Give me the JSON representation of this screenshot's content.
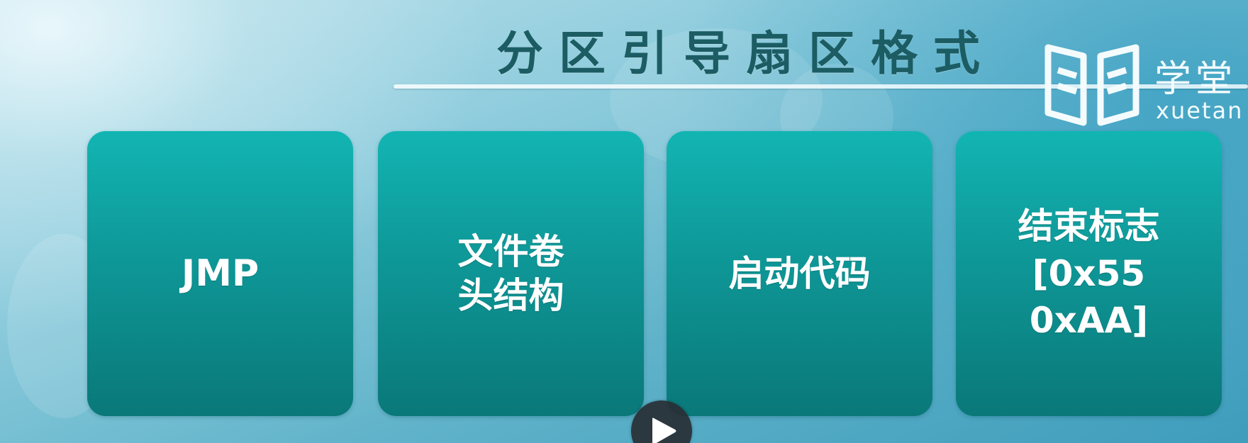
{
  "slide": {
    "title": "分区引导扇区格式"
  },
  "logo": {
    "name_cn": "学堂",
    "name_en": "xuetan"
  },
  "cards": [
    {
      "text": "JMP"
    },
    {
      "text": "文件卷\n头结构"
    },
    {
      "text": "启动代码"
    },
    {
      "text": "结束标志\n[0x55\n0xAA]"
    }
  ],
  "colors": {
    "card_top": "#12b5b3",
    "card_bottom": "#0a7879",
    "title": "#1c5c63",
    "background": "#5fb2c9"
  },
  "player": {
    "icon": "play-icon"
  }
}
